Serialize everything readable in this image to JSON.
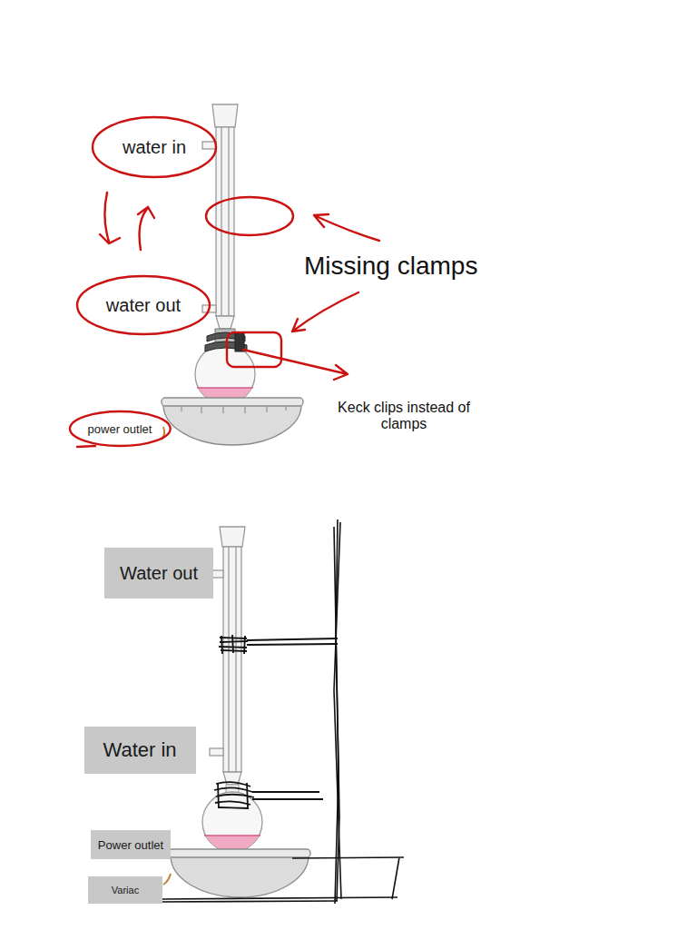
{
  "diagram": {
    "nodes": [
      {
        "text": [
          "water in"
        ]
      },
      {
        "text": [
          "water out"
        ]
      },
      {
        "text": [
          "power outlet"
        ]
      },
      {
        "text": [
          "Water out"
        ]
      },
      {
        "text": [
          "Water in"
        ]
      },
      {
        "text": [
          "Power outlet"
        ]
      },
      {
        "text": [
          "Variac"
        ]
      }
    ],
    "labels": [
      "Missing clamps",
      "Keck clips instead of clamps"
    ]
  }
}
